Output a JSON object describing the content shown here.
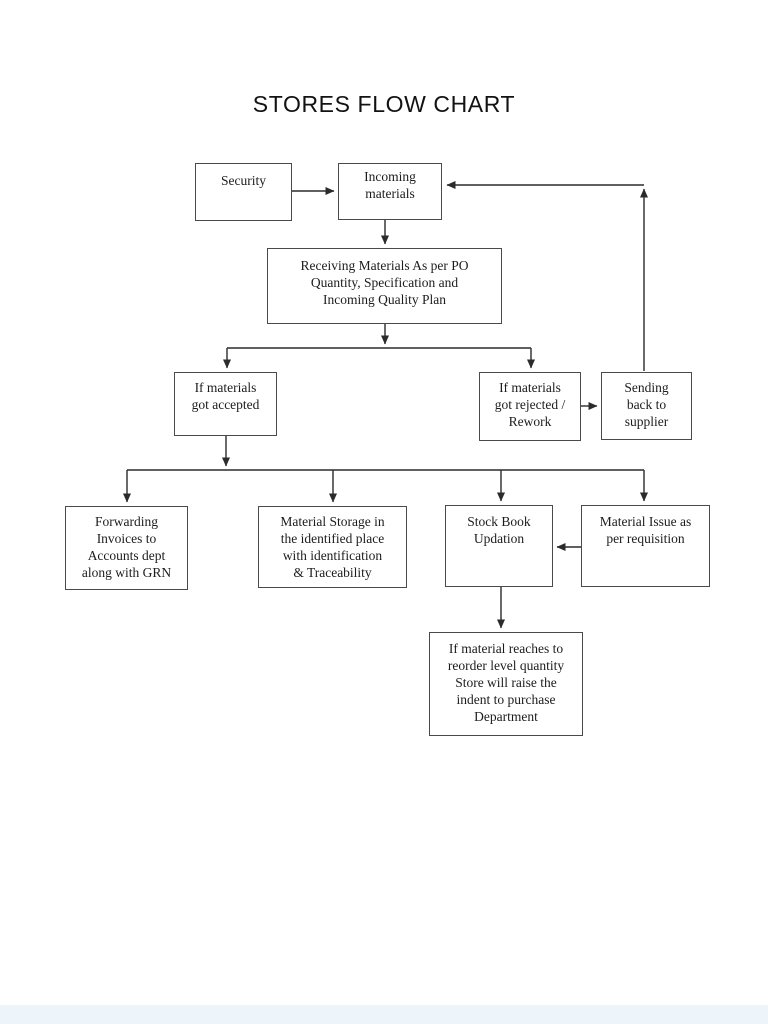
{
  "title": "STORES FLOW CHART",
  "style": {
    "page_background": "#ffffff",
    "box_border_color": "#4a4a4a",
    "connector_color": "#2b2b2b",
    "text_color": "#1c1c1c",
    "footer_band_color": "#edf4fa"
  },
  "nodes": {
    "security": {
      "label": "Security"
    },
    "incoming_materials": {
      "label": "Incoming\nmaterials"
    },
    "receiving": {
      "label": "Receiving Materials As per PO\nQuantity, Specification and\nIncoming Quality Plan"
    },
    "accepted": {
      "label": "If materials\ngot accepted"
    },
    "rejected": {
      "label": "If materials\ngot rejected /\nRework"
    },
    "sending_back": {
      "label": "Sending\nback to\nsupplier"
    },
    "forwarding_invoices": {
      "label": "Forwarding\nInvoices to\nAccounts dept\nalong with GRN"
    },
    "material_storage": {
      "label": "Material Storage in\nthe identified place\nwith identification\n& Traceability"
    },
    "stock_book": {
      "label": "Stock Book\nUpdation"
    },
    "material_issue": {
      "label": "Material Issue as\nper requisition"
    },
    "reorder_indent": {
      "label": "If material reaches to\nreorder level quantity\nStore will raise the\nindent to purchase\nDepartment"
    }
  }
}
